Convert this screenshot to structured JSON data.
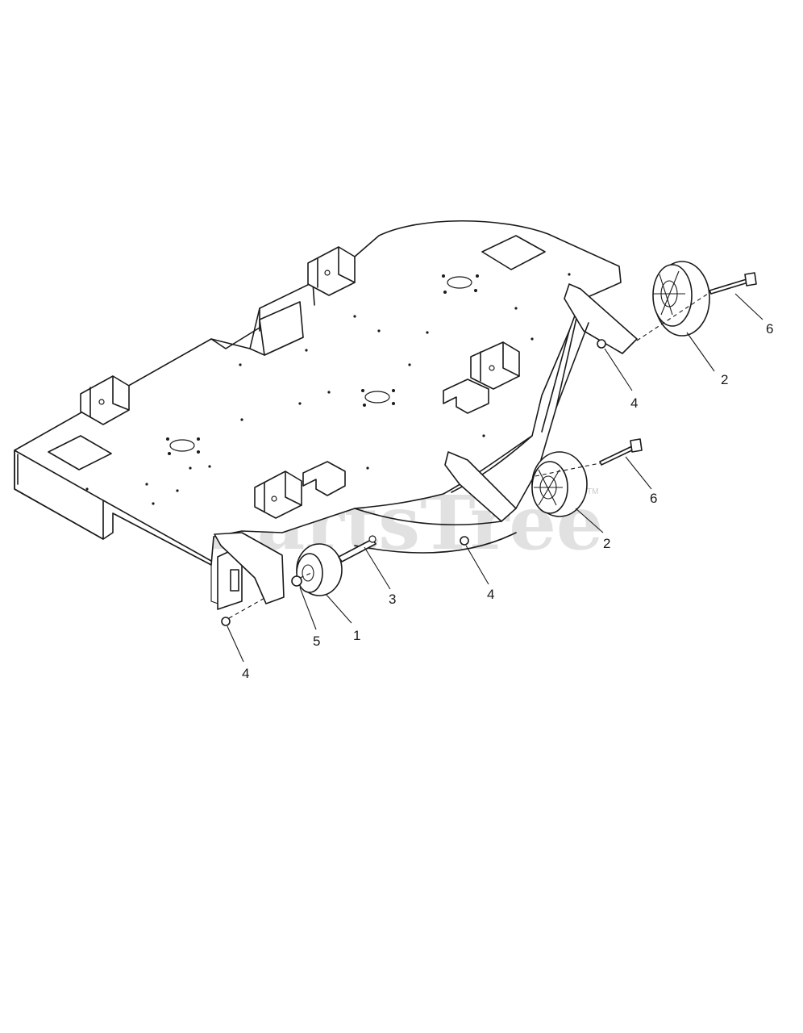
{
  "watermark": {
    "text": "PartsTree",
    "mark": "TM"
  },
  "callouts": [
    {
      "id": "c-6a",
      "label": "6"
    },
    {
      "id": "c-2a",
      "label": "2"
    },
    {
      "id": "c-4a",
      "label": "4"
    },
    {
      "id": "c-6b",
      "label": "6"
    },
    {
      "id": "c-2b",
      "label": "2"
    },
    {
      "id": "c-3",
      "label": "3"
    },
    {
      "id": "c-4b",
      "label": "4"
    },
    {
      "id": "c-5",
      "label": "5"
    },
    {
      "id": "c-1",
      "label": "1"
    },
    {
      "id": "c-4c",
      "label": "4"
    }
  ]
}
